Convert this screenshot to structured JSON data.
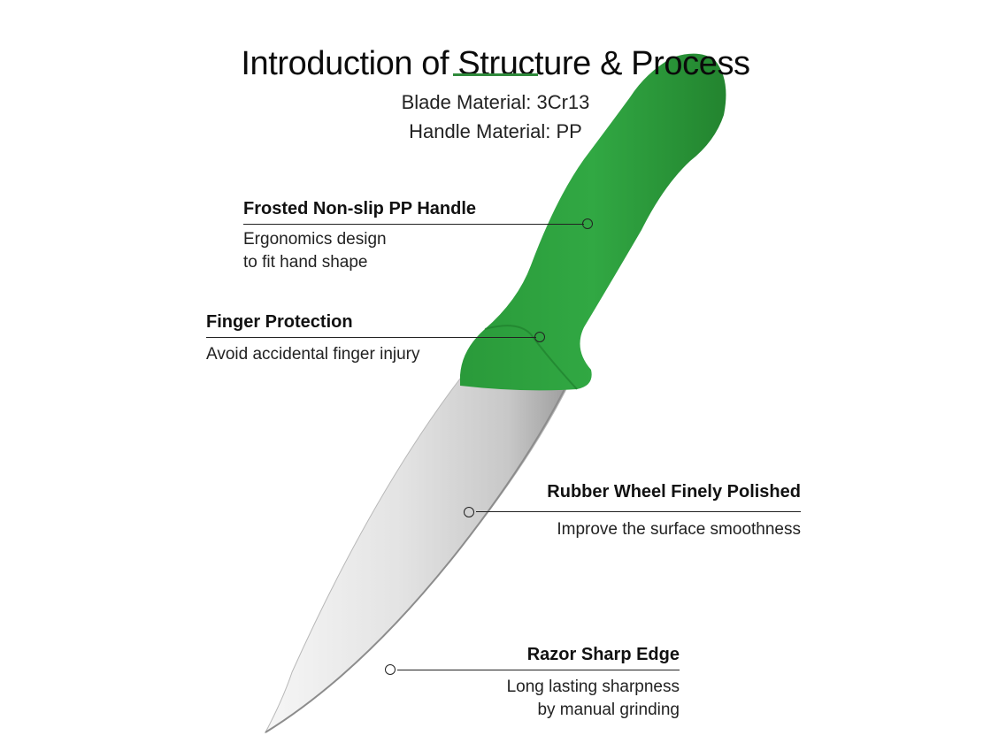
{
  "header": {
    "title": "Introduction of Structure & Process",
    "accent_color": "#2f8a3b"
  },
  "specs": {
    "blade_material": "Blade Material: 3Cr13",
    "handle_material": "Handle Material: PP"
  },
  "knife": {
    "handle_color": "#2f9e3e",
    "blade_color": "#d9d9d9"
  },
  "callouts": {
    "handle": {
      "title": "Frosted Non-slip PP Handle",
      "desc_line1": "Ergonomics design",
      "desc_line2": "to fit hand shape"
    },
    "finger": {
      "title": "Finger Protection",
      "desc": "Avoid accidental finger injury"
    },
    "polish": {
      "title": "Rubber Wheel Finely Polished",
      "desc": "Improve the surface smoothness"
    },
    "edge": {
      "title": "Razor Sharp Edge",
      "desc_line1": "Long lasting sharpness",
      "desc_line2": "by manual grinding"
    }
  }
}
